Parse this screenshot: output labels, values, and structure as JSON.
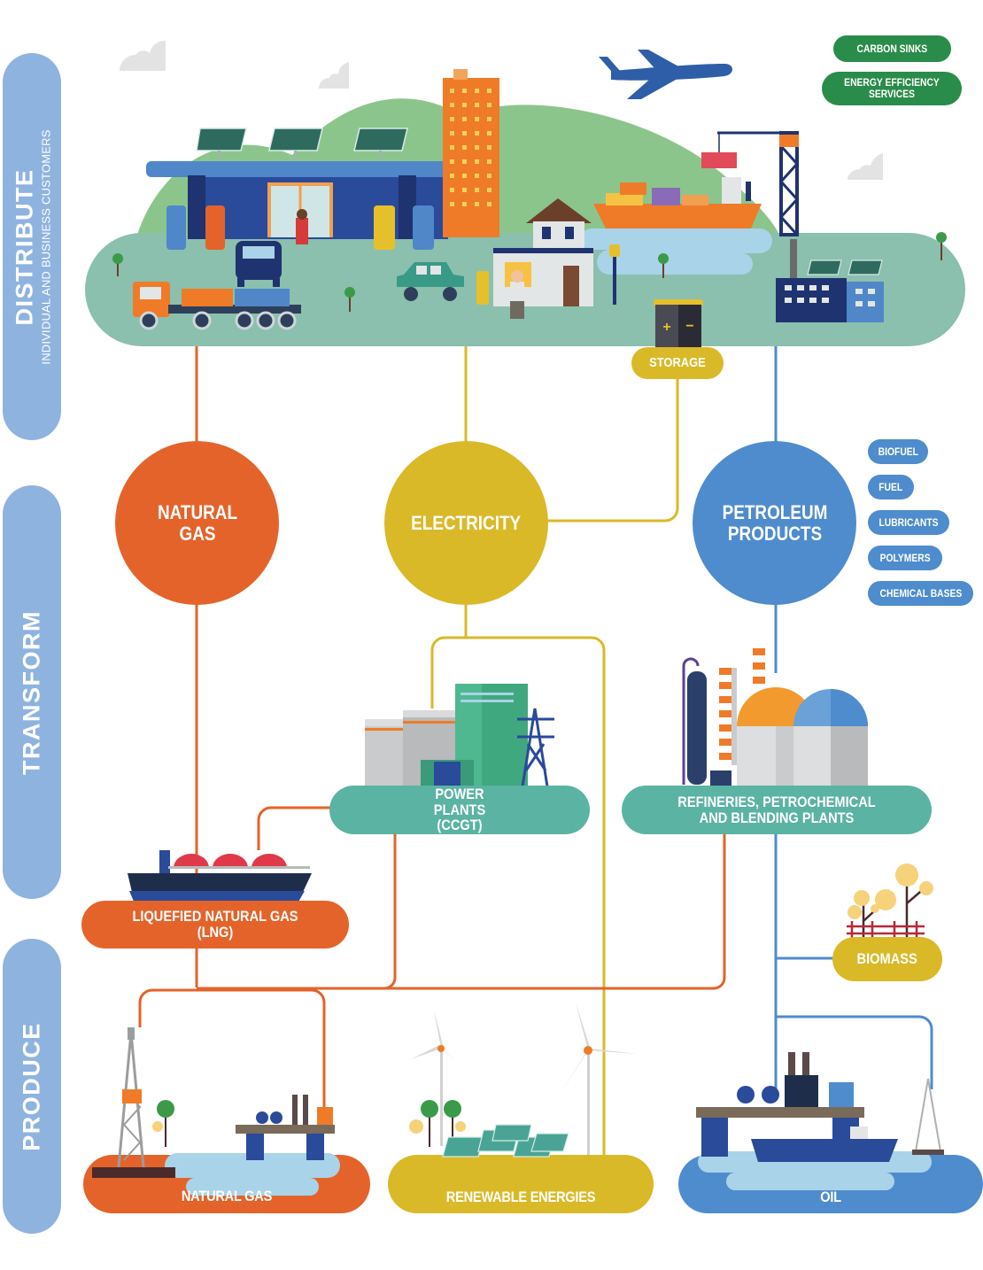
{
  "stages": [
    {
      "title": "DISTRIBUTE",
      "subtitle": "INDIVIDUAL AND BUSINESS CUSTOMERS"
    },
    {
      "title": "TRANSFORM",
      "subtitle": ""
    },
    {
      "title": "PRODUCE",
      "subtitle": ""
    }
  ],
  "services": {
    "carbon_sinks": "CARBON SINKS",
    "energy_efficiency": "ENERGY EFFICIENCY SERVICES"
  },
  "storage": "STORAGE",
  "carriers": {
    "natural_gas": "NATURAL GAS",
    "electricity": "ELECTRICITY",
    "petroleum_products": "PETROLEUM PRODUCTS"
  },
  "petroleum_outputs": [
    "BIOFUEL",
    "FUEL",
    "LUBRICANTS",
    "POLYMERS",
    "CHEMICAL BASES"
  ],
  "transform_nodes": {
    "power_plants": "POWER PLANTS (CCGT)",
    "refineries": "REFINERIES, PETROCHEMICAL AND BLENDING PLANTS",
    "lng": "LIQUEFIED NATURAL GAS (LNG)",
    "biomass": "BIOMASS"
  },
  "produce_nodes": {
    "natural_gas": "NATURAL GAS",
    "renewables": "RENEWABLE ENERGIES",
    "oil": "OIL"
  },
  "colors": {
    "stage_blue": "#8fb3df",
    "gas_orange": "#e4632a",
    "electric_yellow": "#dab928",
    "petroleum_blue": "#4e8ccd",
    "transform_teal": "#5bb3a4",
    "services_green": "#2a8c4a",
    "landscape_teal": "#8bbfae"
  }
}
